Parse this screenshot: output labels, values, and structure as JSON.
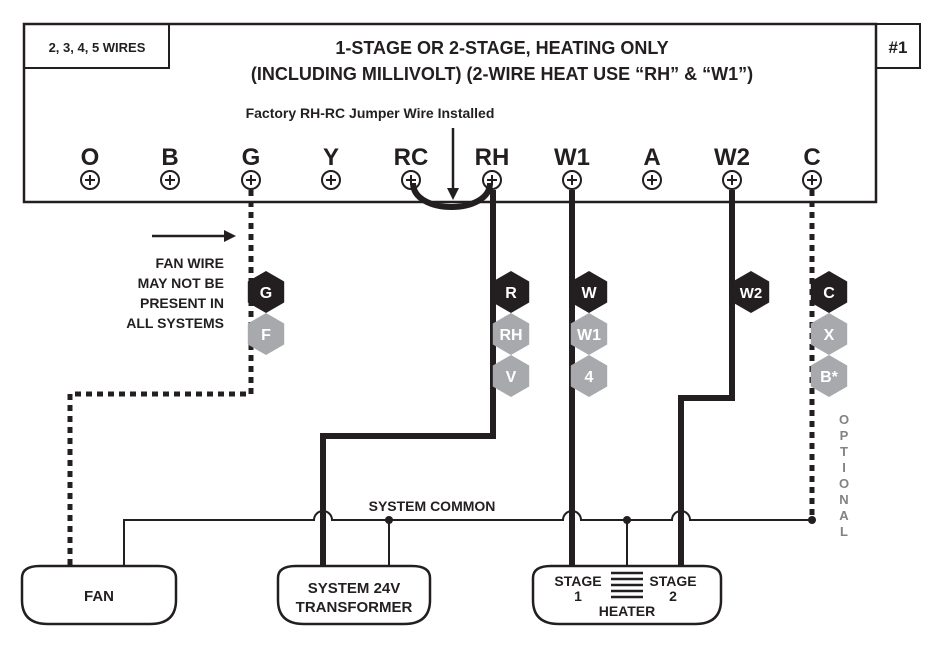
{
  "header": {
    "wires_box": "2, 3, 4, 5 WIRES",
    "title_line1": "1-STAGE OR 2-STAGE, HEATING ONLY",
    "title_line2": "(INCLUDING MILLIVOLT)  (2-WIRE HEAT USE “RH” & “W1”)",
    "diagram_number": "#1",
    "jumper_note": "Factory RH-RC Jumper Wire Installed"
  },
  "terminals": [
    "O",
    "B",
    "G",
    "Y",
    "RC",
    "RH",
    "W1",
    "A",
    "W2",
    "C"
  ],
  "wire_labels": {
    "g": [
      "G",
      "F"
    ],
    "rh": [
      "R",
      "RH",
      "V"
    ],
    "w1": [
      "W",
      "W1",
      "4"
    ],
    "w2": [
      "W2"
    ],
    "c": [
      "C",
      "X",
      "B*"
    ]
  },
  "fan_note": [
    "FAN WIRE",
    "MAY NOT BE",
    "PRESENT IN",
    "ALL SYSTEMS"
  ],
  "optional_label": [
    "O",
    "P",
    "T",
    "I",
    "O",
    "N",
    "A",
    "L"
  ],
  "system_common": "SYSTEM COMMON",
  "devices": {
    "fan": "FAN",
    "transformer": [
      "SYSTEM 24V",
      "TRANSFORMER"
    ],
    "heater_stage1": [
      "STAGE",
      "1"
    ],
    "heater_stage2": [
      "STAGE",
      "2"
    ],
    "heater": "HEATER"
  },
  "colors": {
    "ink": "#231f20",
    "hex_dark": "#231f20",
    "hex_gray": "#a7a9ac",
    "optional_text": "#808285"
  }
}
